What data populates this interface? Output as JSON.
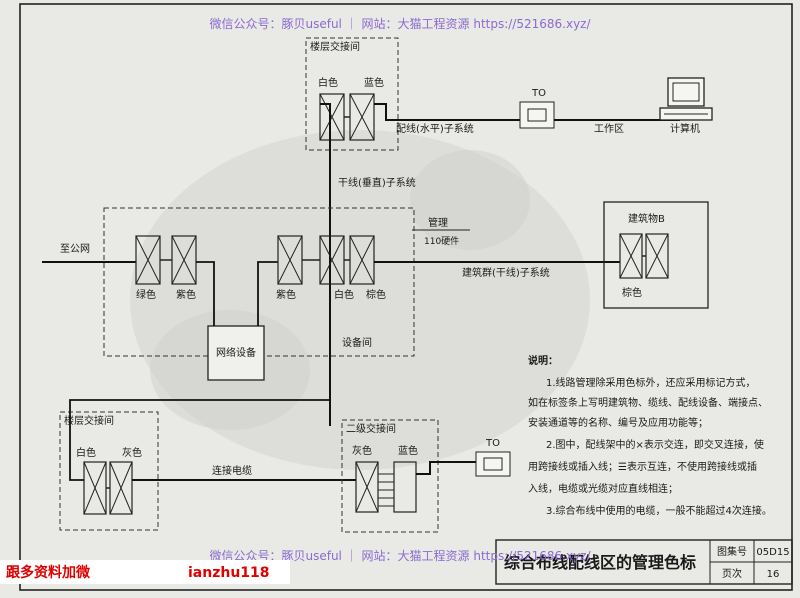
{
  "watermark_top": "微信公众号：豚贝useful ｜ 网站：大猫工程资源 https://521686.xyz/",
  "watermark_bottom": "微信公众号：豚贝useful ｜ 网站：大猫工程资源 https://521686.xyz/",
  "promo_left": "跟多资料加微",
  "promo_right": "ianzhu118",
  "labels": {
    "floor_cross_top": "楼层交接间",
    "white_top": "白色",
    "blue_top": "蓝色",
    "to_top": "TO",
    "horizontal_subsystem": "配线(水平)子系统",
    "work_area": "工作区",
    "computer": "计算机",
    "backbone_subsystem": "干线(垂直)子系统",
    "building_b": "建筑物B",
    "to_public": "至公网",
    "management": "管理",
    "hardware_110": "110硬件",
    "campus_subsystem": "建筑群(干线)子系统",
    "green": "绿色",
    "purple1": "紫色",
    "purple2": "紫色",
    "white_mid": "白色",
    "brown_mid": "棕色",
    "brown_b": "棕色",
    "network_equipment": "网络设备",
    "equipment_room": "设备间",
    "floor_cross_bottom": "楼层交接间",
    "secondary_cross": "二级交接间",
    "white_bottom": "白色",
    "gray_bottom_left": "灰色",
    "gray_bottom_mid": "灰色",
    "blue_bottom": "蓝色",
    "to_bottom": "TO",
    "connect_cable": "连接电缆"
  },
  "notes": {
    "heading": "说明：",
    "l1": "1.线路管理除采用色标外，还应采用标记方式，",
    "l2": "如在标签条上写明建筑物、缆线、配线设备、端接点、",
    "l3": "安装通道等的名称、编号及应用功能等；",
    "l4": "2.图中，配线架中的×表示交连，即交叉连接，使",
    "l5": "用跨接线或插入线；☰表示互连，不使用跨接线或插",
    "l6": "入线，电缆或光缆对应直线相连；",
    "l7": "3.综合布线中使用的电缆，一般不能超过4次连接。"
  },
  "title_block": {
    "title": "综合布线配线区的管理色标",
    "atlas_label": "图集号",
    "atlas_value": "05D15",
    "page_label": "页次",
    "page_value": "16"
  }
}
